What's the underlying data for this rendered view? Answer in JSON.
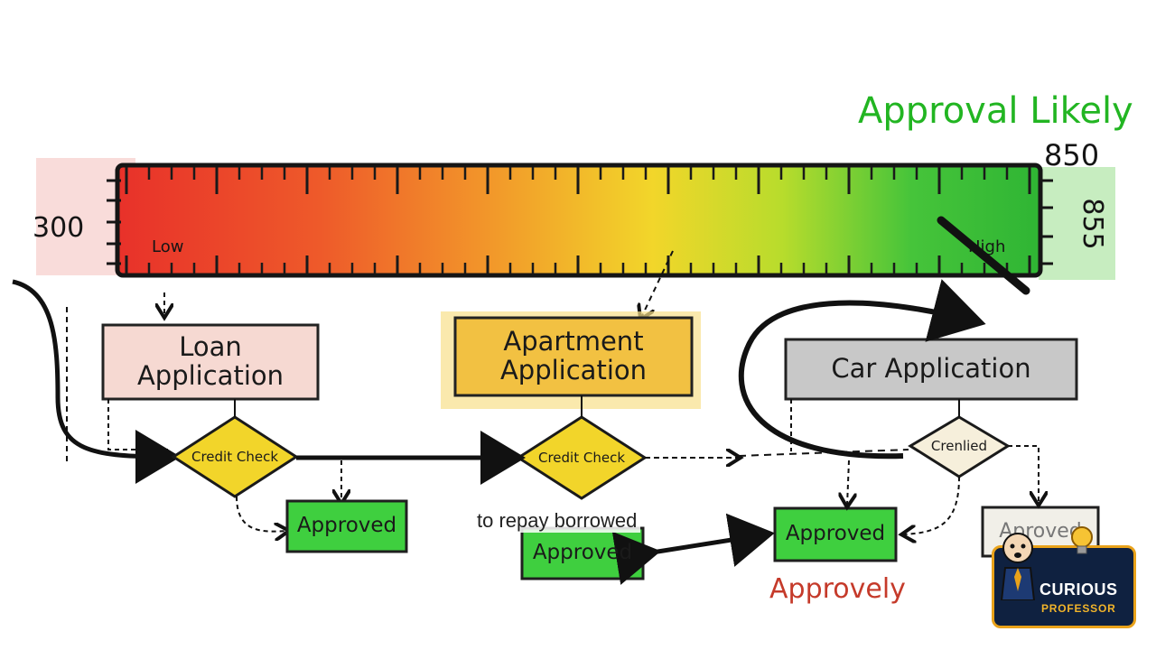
{
  "scale": {
    "min_label": "300",
    "max_label": "850",
    "right_side_label": "855",
    "low_label": "Low",
    "high_label": "High",
    "approval_label": "Approval Likely"
  },
  "nodes": {
    "loan": "Loan\nApplication",
    "apartment": "Apartment\nApplication",
    "car": "Car Application",
    "credit_check_1": "Credit Check",
    "credit_check_2": "Credit Check",
    "credit_check_3": "Crenlied",
    "approved_1": "Approved",
    "approved_2": "Approved",
    "approved_3": "Approved",
    "approved_4": "Aproved",
    "approvely": "Approvely"
  },
  "caption": "to repay borrowed",
  "logo": {
    "line1": "CURIOUS",
    "line2": "PROFESSOR"
  },
  "colors": {
    "red": "#e8312a",
    "orange": "#f08a24",
    "yellow": "#f2d52a",
    "green": "#3cc43a",
    "loan_box": "#f6d9d2",
    "apartment_box": "#f2c142",
    "car_box": "#c8c8c8",
    "approved_green": "#3fcf3f",
    "approval_text": "#22b522",
    "approvely_text": "#c53a2a"
  }
}
